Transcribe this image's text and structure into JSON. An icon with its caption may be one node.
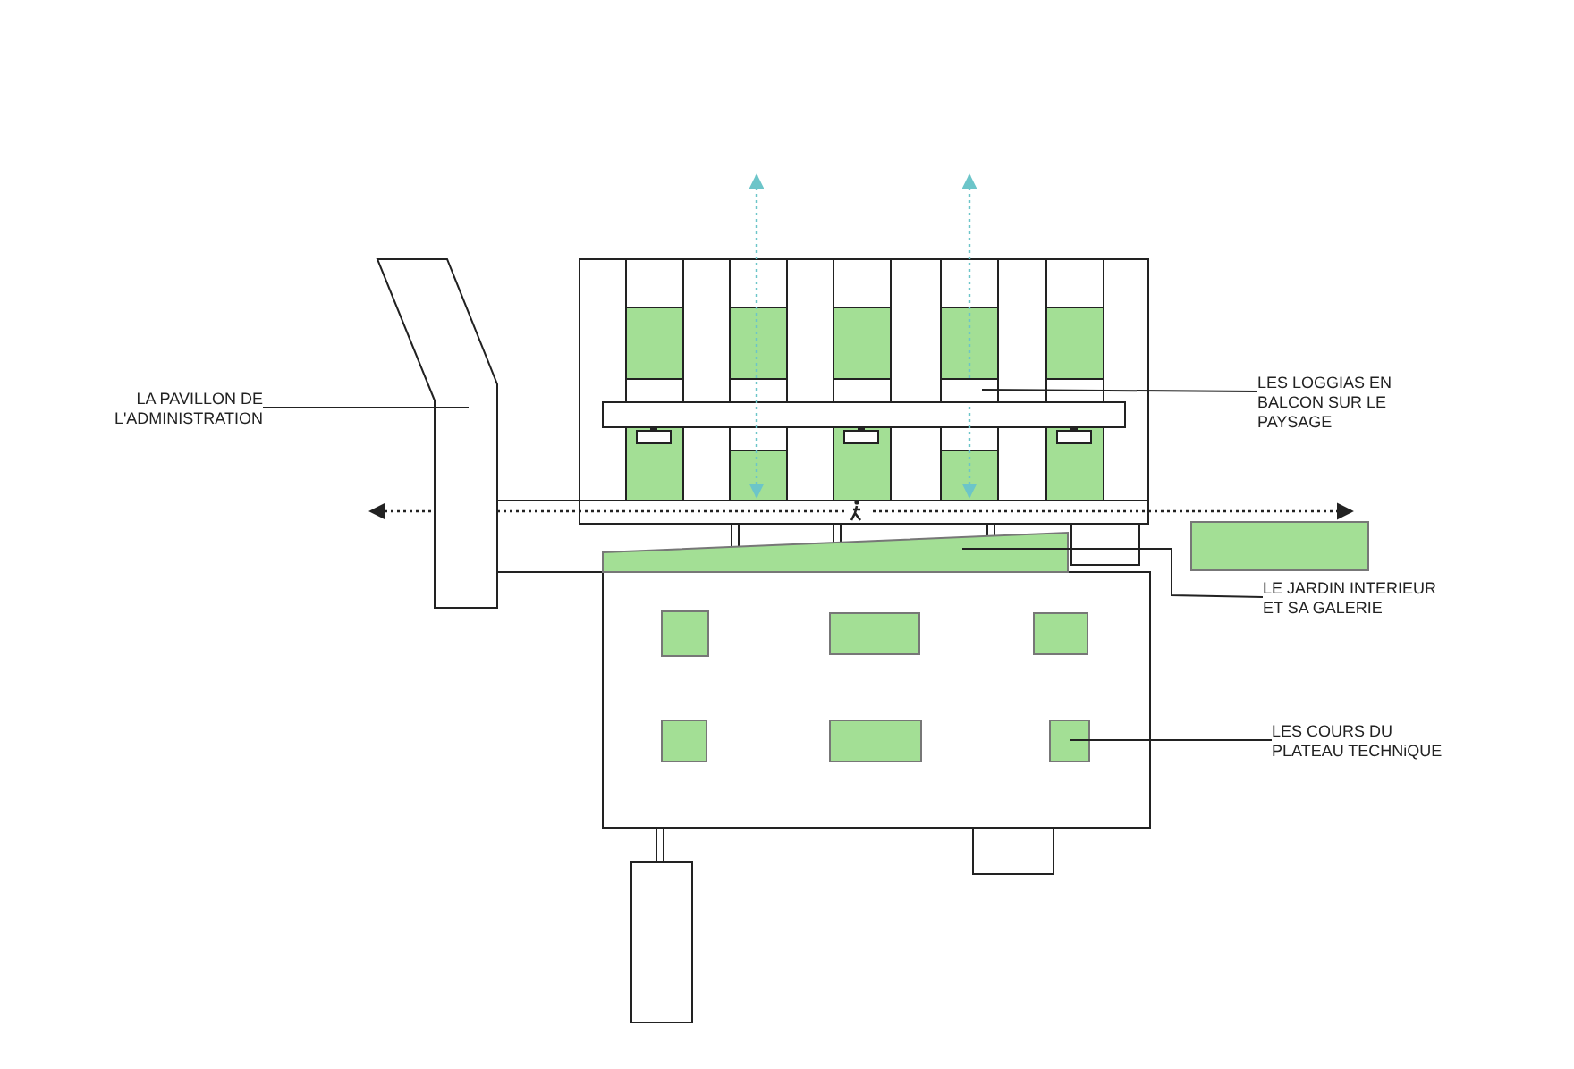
{
  "diagram": {
    "nodes": [
      {
        "text": [
          "LA PAVILLON DE L'ADMINISTRATION"
        ]
      },
      {
        "text": [],
        "shape": "box"
      },
      {
        "text": [
          "LES LOGGIAS EN BALCON SUR LE PAYSAGE"
        ]
      },
      {
        "text": [],
        "shape": "box"
      },
      {
        "text": [
          "LE JARDIN INTERIEUR ET SA GALERIE"
        ]
      },
      {
        "text": [],
        "shape": "box"
      },
      {
        "text": [
          "LES COURS DU PLATEAU TECHNiQUE"
        ]
      },
      {
        "text": [],
        "shape": "box"
      }
    ],
    "edges": [
      {
        "from": 0,
        "to": 1,
        "arrow": "none"
      },
      {
        "from": 2,
        "to": 3,
        "arrow": "none"
      },
      {
        "from": 4,
        "to": 5,
        "arrow": "none"
      },
      {
        "from": 6,
        "to": 7,
        "arrow": "none"
      }
    ]
  }
}
